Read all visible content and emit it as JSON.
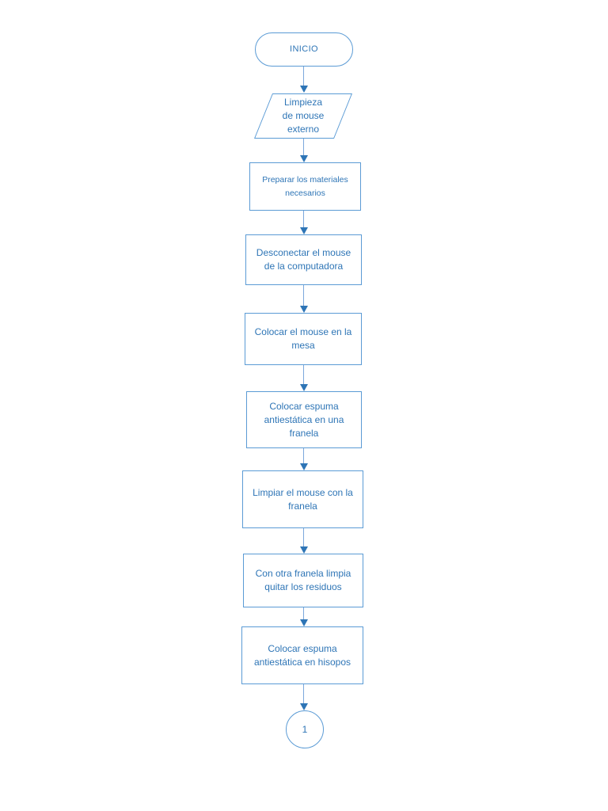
{
  "diagram": {
    "title": "Limpieza de mouse externo",
    "colors": {
      "background": "#FFFFFF",
      "shape_border": "#5B9BD5",
      "text": "#2E75B6",
      "arrow_line": "#7CA7DC",
      "arrow_head": "#2E75B6"
    },
    "nodes": [
      {
        "id": "start",
        "type": "terminator",
        "label": "INICIO"
      },
      {
        "id": "io",
        "type": "parallelogram",
        "label": "Limpieza de mouse externo"
      },
      {
        "id": "p1",
        "type": "process",
        "label": "Preparar los materiales necesarios"
      },
      {
        "id": "p2",
        "type": "process",
        "label": "Desconectar el mouse de la computadora"
      },
      {
        "id": "p3",
        "type": "process",
        "label": "Colocar el mouse en la mesa"
      },
      {
        "id": "p4",
        "type": "process",
        "label": "Colocar espuma antiestática en una franela"
      },
      {
        "id": "p5",
        "type": "process",
        "label": "Limpiar el mouse con la franela"
      },
      {
        "id": "p6",
        "type": "process",
        "label": "Con otra franela limpia quitar los residuos"
      },
      {
        "id": "p7",
        "type": "process",
        "label": "Colocar espuma antiestática en hisopos"
      },
      {
        "id": "connector1",
        "type": "connector",
        "label": "1"
      }
    ]
  }
}
